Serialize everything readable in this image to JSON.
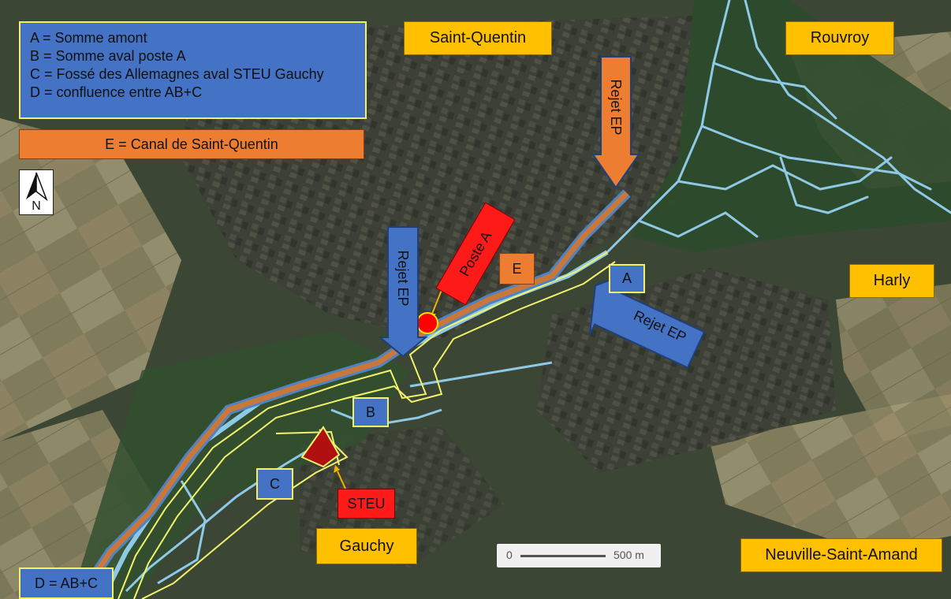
{
  "legend": [
    "A = Somme amont",
    "B = Somme aval poste A",
    "C = Fossé des Allemagnes aval STEU Gauchy",
    "D = confluence entre AB+C"
  ],
  "canal_legend": "E = Canal de Saint-Quentin",
  "places": {
    "saint_quentin": "Saint-Quentin",
    "rouvroy": "Rouvroy",
    "harly": "Harly",
    "gauchy": "Gauchy",
    "neuville": "Neuville-Saint-Amand"
  },
  "points": {
    "a": "A",
    "b": "B",
    "c": "C",
    "d": "D = AB+C",
    "e": "E",
    "steu": "STEU",
    "poste_a": "Poste A"
  },
  "rejets": {
    "north": "Rejet EP",
    "center": "Rejet EP",
    "east": "Rejet EP"
  },
  "north_arrow": "N",
  "scale": {
    "start": "0",
    "end": "500 m"
  },
  "colors": {
    "river": "#8ec9e6",
    "canal": "#c9773a",
    "reach_outline": "#f2f26a",
    "blue_box": "#4472c4",
    "town_box": "#ffc000",
    "red_box": "#ff1a1a",
    "orange_box": "#ed7d31"
  },
  "icons": [
    "north-arrow-icon",
    "point-marker-icon",
    "arrow-icon"
  ]
}
